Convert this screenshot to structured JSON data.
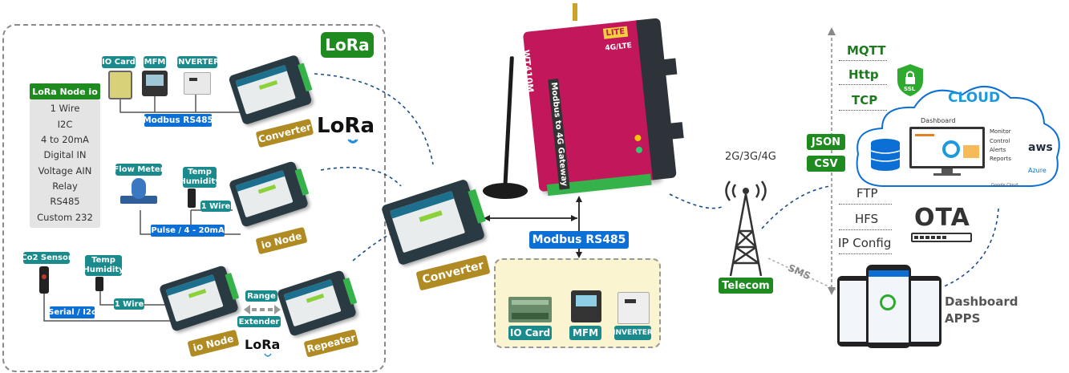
{
  "lora_panel": {
    "badge": "LoRa",
    "lora_logo_large": "LoRa",
    "lora_logo_small": "LoRa",
    "lora_node_io": {
      "title": "LoRa Node io",
      "items": [
        "1 Wire",
        "I2C",
        "4 to 20mA",
        "Digital IN",
        "Voltage AIN",
        "Relay",
        "RS485",
        "Custom 232"
      ]
    },
    "top_row": {
      "devices": [
        "IO Card",
        "MFM",
        "INVERTER"
      ],
      "bus_label": "Modbus RS485",
      "converter_label": "Converter"
    },
    "middle_row": {
      "flow_meter": "Flow Meter",
      "temp_humidity": "Temp\nHumidity",
      "one_wire": "1 Wire",
      "pulse": "Pulse / 4 - 20mA",
      "node_label": "io Node"
    },
    "bottom_row": {
      "co2": "Co2 Sensor",
      "temp_humidity": "Temp\nHumidity",
      "serial": "Serial / I2c",
      "one_wire": "1 Wire",
      "range": "Range",
      "extender": "Extender",
      "node_label": "io Node",
      "repeater_label": "Repeater"
    }
  },
  "center": {
    "converter_label": "Converter",
    "modbus_label": "Modbus RS485",
    "gateway": {
      "model": "WT410M",
      "subtitle": "Modbus to 4G Gateway",
      "badge": "LITE",
      "band": "4G/LTE"
    },
    "field_devices": [
      "IO Card",
      "MFM",
      "INVERTER"
    ]
  },
  "telecom": {
    "network": "2G/3G/4G",
    "label": "Telecom",
    "sms": "SMS"
  },
  "right": {
    "protocols_green": [
      "MQTT",
      "Http",
      "TCP"
    ],
    "ssl": "SSL",
    "formats": [
      "JSON",
      "CSV"
    ],
    "protocols_gray": [
      "FTP",
      "HFS",
      "IP Config"
    ],
    "ota": "OTA",
    "cloud": {
      "title": "CLOUD",
      "dashboard": "Dashboard",
      "features": [
        "Monitor",
        "Control",
        "Alerts",
        "Reports"
      ],
      "providers": [
        "aws",
        "Azure",
        "Google Cloud"
      ]
    },
    "apps": "Dashboard\nAPPS"
  }
}
